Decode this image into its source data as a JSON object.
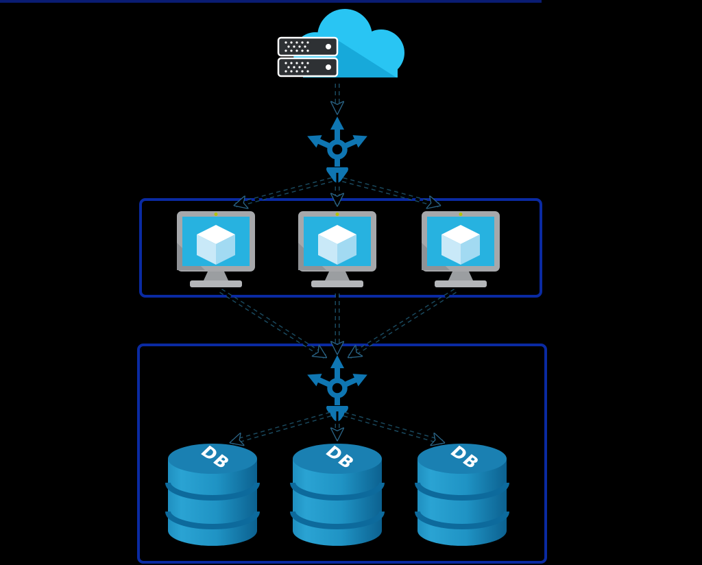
{
  "colors": {
    "background": "#000000",
    "box_border": "#0a2aa2",
    "bottom_rule": "#0a1c72",
    "arrow": "#000000",
    "arrow_edge": "#1e566f",
    "cloud": "#29c5f3",
    "cloud_shadow": "#17a9da",
    "server_body": "#2e3134",
    "server_outline": "#ffffff",
    "load_balancer": "#0f76b2",
    "monitor_bezel": "#a6a8ab",
    "monitor_bezel_shade": "#8f9296",
    "monitor_screen": "#27b2e0",
    "monitor_led": "#b5c400",
    "monitor_stand": "#9b9ea1",
    "monitor_base": "#b4b6b9",
    "cube_top": "#ffffff",
    "cube_left": "#c9e9f8",
    "cube_right": "#a2daf2",
    "db_top": "#1a80b2",
    "db_body_light": "#2aa3d3",
    "db_body_dark": "#0c6190",
    "db_groove": "#0d6a9c",
    "db_label_color": "#ffffff"
  },
  "nodes": {
    "cloud": {
      "icon": "cloud-hosting-icon"
    },
    "load_balancer_top": {
      "icon": "load-balancer-icon"
    },
    "load_balancer_bottom": {
      "icon": "load-balancer-icon"
    },
    "vm_tier": {
      "icon": "virtual-machine-icon",
      "count": 3
    },
    "db_tier": {
      "count": 3,
      "databases": [
        {
          "label": "DB"
        },
        {
          "label": "DB"
        },
        {
          "label": "DB"
        }
      ]
    }
  }
}
